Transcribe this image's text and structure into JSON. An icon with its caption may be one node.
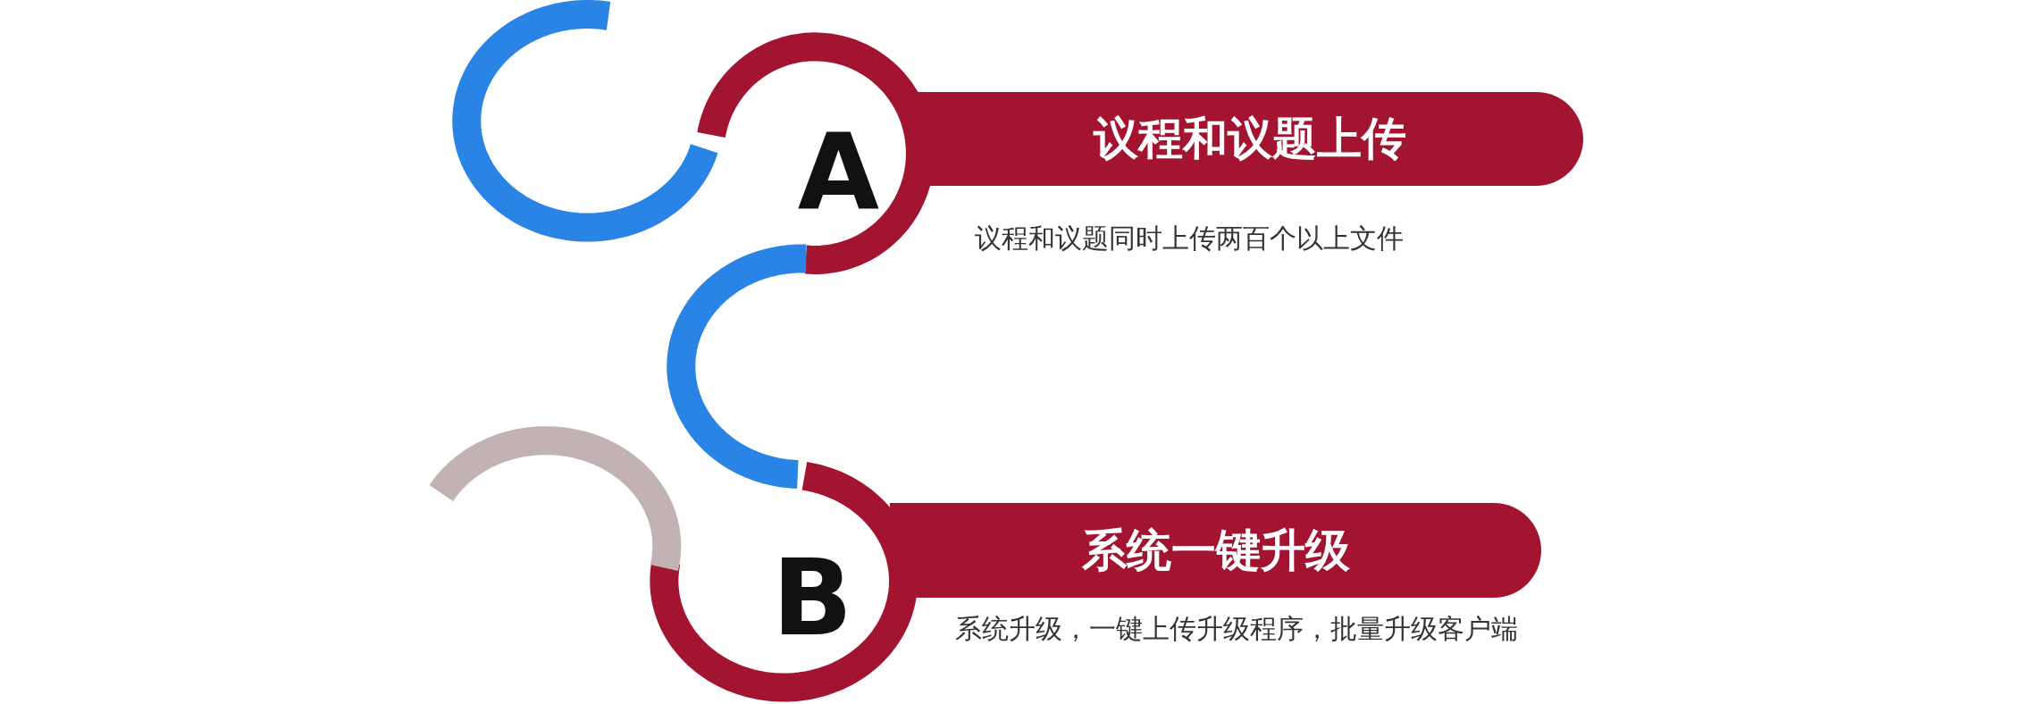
{
  "diagram": {
    "nodes": [
      {
        "text": [
          "A"
        ]
      },
      {
        "text": [
          "议程和议题上传"
        ],
        "beside": [
          "议程和议题同时上传两百个以上文件"
        ]
      },
      {
        "text": [
          "B"
        ]
      },
      {
        "text": [
          "系统一键升级"
        ],
        "beside": [
          "系统升级，一键上传升级程序，批量升级客户端"
        ]
      }
    ]
  }
}
